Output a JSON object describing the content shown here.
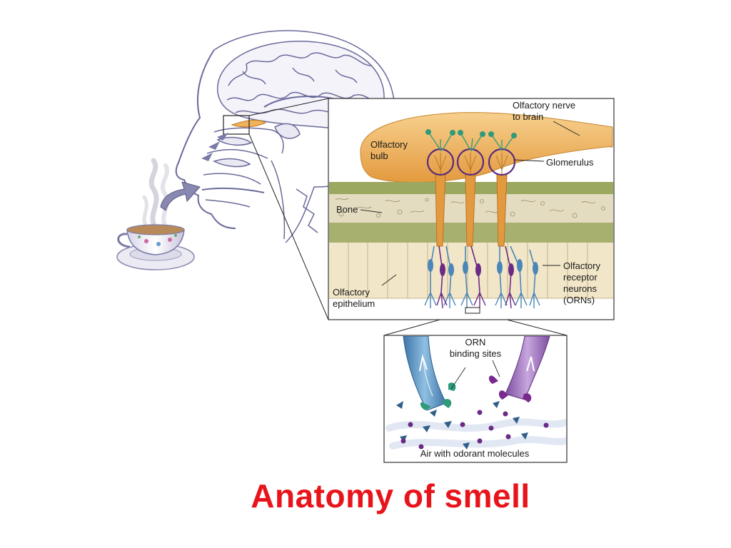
{
  "slide": {
    "title": "Anatomy of smell"
  },
  "main_diagram": {
    "labels": {
      "olfactory_nerve_line1": "Olfactory nerve",
      "olfactory_nerve_line2": "to brain",
      "olfactory_bulb_line1": "Olfactory",
      "olfactory_bulb_line2": "bulb",
      "glomerulus": "Glomerulus",
      "bone": "Bone",
      "receptor_line1": "Olfactory",
      "receptor_line2": "receptor",
      "receptor_line3": "neurons",
      "receptor_line4": "(ORNs)",
      "epithelium_line1": "Olfactory",
      "epithelium_line2": "epithelium"
    }
  },
  "detail_diagram": {
    "labels": {
      "orn_line1": "ORN",
      "orn_line2": "binding sites",
      "air": "Air with odorant molecules"
    }
  },
  "colors": {
    "title": "#e8141b",
    "bulb": "#efb25a",
    "bone": "#e4dcc0",
    "epithelium": "#f2e6c8",
    "neuron_blue": "#4a86b8",
    "neuron_purple": "#6a2a86",
    "glomerulus_ring": "#5a2a7e",
    "head_outline": "#6a6a9a"
  }
}
